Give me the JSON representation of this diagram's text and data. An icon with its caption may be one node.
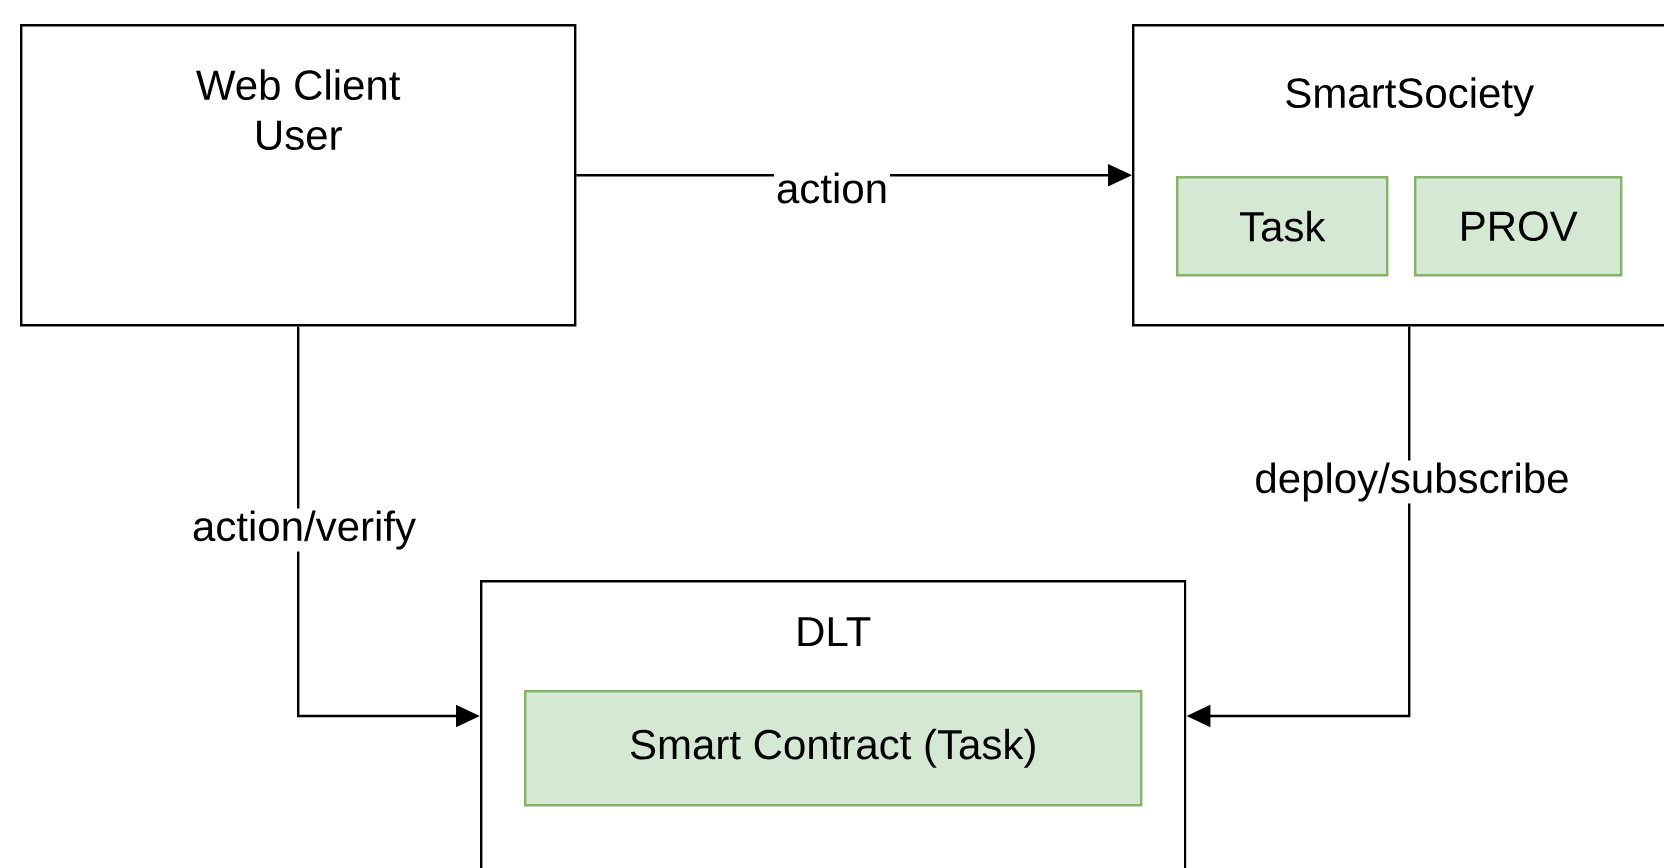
{
  "diagram": {
    "nodes": [
      {
        "text": [
          "Web Client User"
        ]
      },
      {
        "text": [
          "SmartSociety"
        ]
      },
      {
        "text": [
          "Task"
        ],
        "in": 1
      },
      {
        "text": [
          "PROV"
        ],
        "in": 1
      },
      {
        "text": [
          "DLT"
        ]
      },
      {
        "text": [
          "Smart Contract (Task)"
        ],
        "in": 4
      }
    ],
    "edges": [
      {
        "from": 0,
        "to": 1,
        "arrow": "to",
        "label": "action"
      },
      {
        "from": 0,
        "to": 4,
        "arrow": "to",
        "label": "action/verify"
      },
      {
        "from": 1,
        "to": 4,
        "arrow": "to",
        "label": "deploy/subscribe"
      }
    ]
  }
}
